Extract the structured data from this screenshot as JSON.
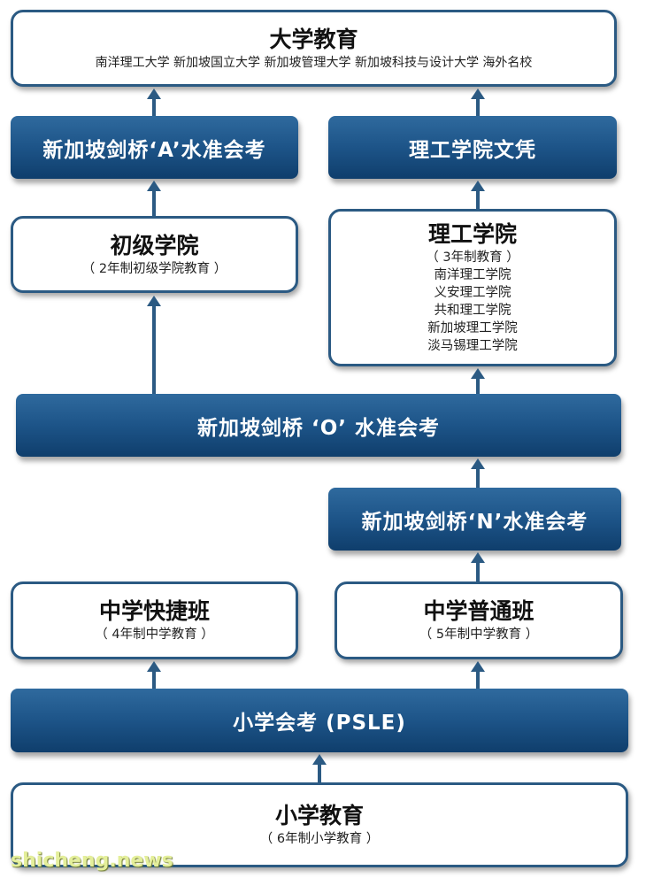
{
  "university": {
    "title": "大学教育",
    "schools": "南洋理工大学  新加坡国立大学  新加坡管理大学  新加坡科技与设计大学  海外名校"
  },
  "a_level": {
    "label": "新加坡剑桥‘A’水准会考"
  },
  "poly_diploma": {
    "label": "理工学院文凭"
  },
  "junior_college": {
    "title": "初级学院",
    "sub": "（ 2年制初级学院教育 ）"
  },
  "polytechnic": {
    "title": "理工学院",
    "sub": "（ 3年制教育 ）",
    "schools": [
      "南洋理工学院",
      "义安理工学院",
      "共和理工学院",
      "新加坡理工学院",
      "淡马锡理工学院"
    ]
  },
  "o_level": {
    "label": "新加坡剑桥 ‘O’ 水准会考"
  },
  "n_level": {
    "label": "新加坡剑桥‘N’水准会考"
  },
  "express": {
    "title": "中学快捷班",
    "sub": "（ 4年制中学教育 ）"
  },
  "normal": {
    "title": "中学普通班",
    "sub": "（ 5年制中学教育 ）"
  },
  "psle": {
    "label": "小学会考 (PSLE)"
  },
  "primary": {
    "title": "小学教育",
    "sub": "（ 6年制小学教育 ）"
  },
  "watermark": "shicheng.news",
  "colors": {
    "box_blue": "#1d5488",
    "border": "#2b5a83"
  }
}
